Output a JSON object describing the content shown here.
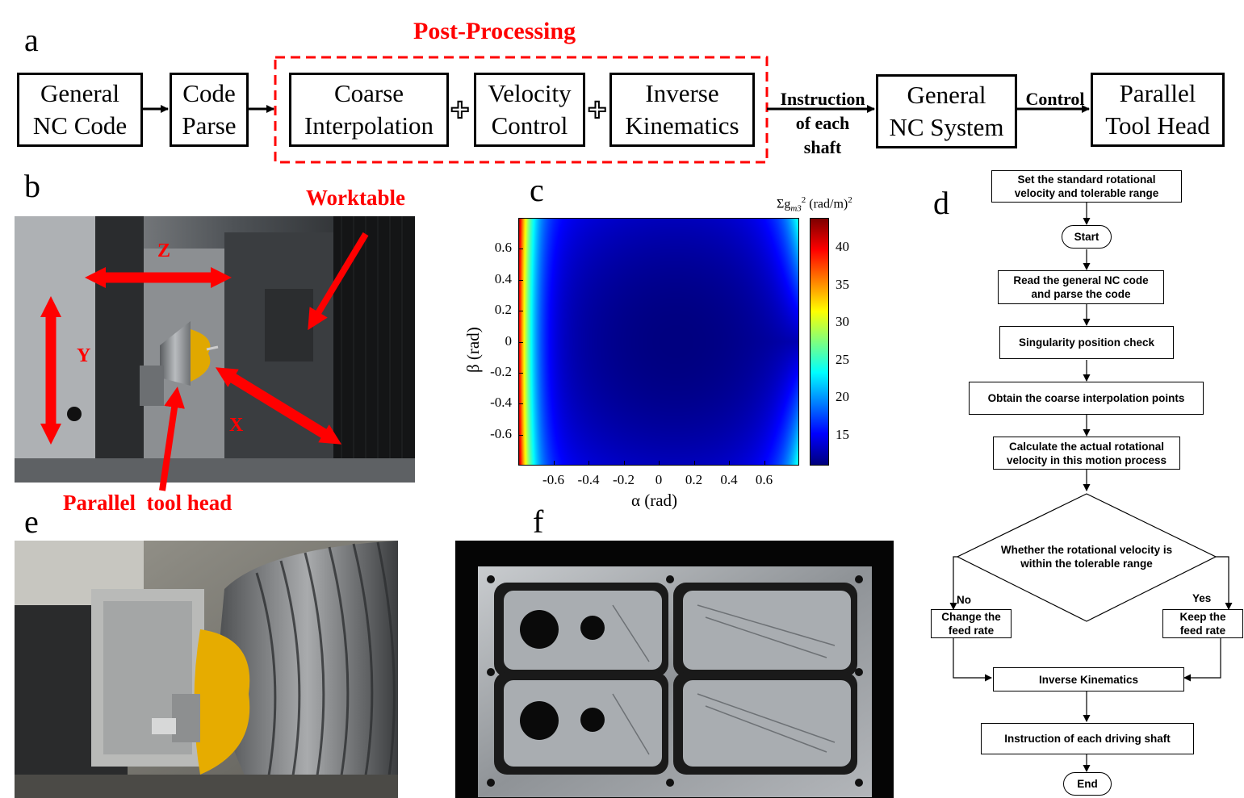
{
  "panels": {
    "a": "a",
    "b": "b",
    "c": "c",
    "d": "d",
    "e": "e",
    "f": "f"
  },
  "flow_a": {
    "post_processing": "Post-Processing",
    "boxes": [
      "General\nNC Code",
      "Code\nParse",
      "Coarse\nInterpolation",
      "Velocity\nControl",
      "Inverse\nKinematics",
      "General\nNC System",
      "Parallel\nTool Head"
    ],
    "instruction_label": "Instruction\nof each\nshaft",
    "control_label": "Control",
    "plus_symbol": "+"
  },
  "photo_b": {
    "worktable": "Worktable",
    "parallel_tool_head": "Parallel  tool head",
    "axis_z": "Z",
    "axis_y": "Y",
    "axis_x": "X",
    "arrow_color": "#ff0000"
  },
  "chart_data": {
    "type": "heatmap",
    "x_var": "α",
    "y_var": "β",
    "xlabel": "α (rad)",
    "ylabel": "β (rad)",
    "x_ticks": [
      "-0.6",
      "-0.4",
      "-0.2",
      "0",
      "0.2",
      "0.4",
      "0.6"
    ],
    "y_ticks": [
      "0.6",
      "0.4",
      "0.2",
      "0",
      "-0.2",
      "-0.4",
      "-0.6"
    ],
    "x_tick_values": [
      -0.6,
      -0.4,
      -0.2,
      0,
      0.2,
      0.4,
      0.6
    ],
    "y_tick_values": [
      0.6,
      0.4,
      0.2,
      0,
      -0.2,
      -0.4,
      -0.6
    ],
    "xlim": [
      -0.8,
      0.8
    ],
    "ylim": [
      -0.8,
      0.8
    ],
    "colorbar_label_main": "Σg",
    "colorbar_label_sub": "m3",
    "colorbar_label_sup": "2",
    "colorbar_label_unit": "(rad/m)",
    "colorbar_label_unit_sup": "2",
    "colorbar_ticks": [
      "40",
      "35",
      "30",
      "25",
      "20",
      "15"
    ],
    "colorbar_tick_values": [
      40,
      35,
      30,
      25,
      20,
      15
    ],
    "colorbar_range": [
      11,
      44
    ],
    "colormap": "jet",
    "minimum_near": [
      0.1,
      0.0
    ]
  },
  "flowchart_d": {
    "set_standard": "Set the standard rotational\nvelocity and tolerable range",
    "start": "Start",
    "read_code": "Read the general NC code\nand parse the code",
    "singularity": "Singularity position check",
    "coarse_points": "Obtain the coarse interpolation points",
    "calc_velocity": "Calculate the actual rotational\nvelocity in this motion process",
    "decision": "Whether the rotational velocity  is\nwithin the tolerable range",
    "no": "No",
    "yes": "Yes",
    "change_feed": "Change the\nfeed rate",
    "keep_feed": "Keep the\nfeed rate",
    "inverse_kinematics": "Inverse Kinematics",
    "instruction_shaft": "Instruction of each driving shaft",
    "end": "End"
  }
}
